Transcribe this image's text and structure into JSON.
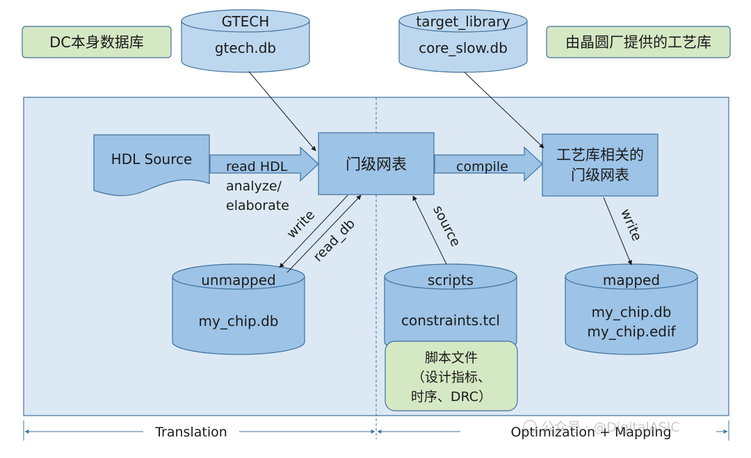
{
  "notes": {
    "dc_library": "DC本身数据库",
    "vendor_library": "由晶圆厂提供的工艺库"
  },
  "databases": {
    "gtech": {
      "title": "GTECH",
      "file": "gtech.db"
    },
    "target": {
      "title": "target_library",
      "file": "core_slow.db"
    },
    "unmapped": {
      "title": "unmapped",
      "file": "my_chip.db"
    },
    "scripts": {
      "title": "scripts",
      "file": "constraints.tcl"
    },
    "mapped": {
      "title": "mapped",
      "file1": "my_chip.db",
      "file2": "my_chip.edif"
    }
  },
  "blocks": {
    "hdl_source": "HDL Source",
    "gate_netlist": "门级网表",
    "lib_netlist_line1": "工艺库相关的",
    "lib_netlist_line2": "门级网表"
  },
  "arrows": {
    "read_hdl": "read HDL",
    "analyze": "analyze/",
    "elaborate": "elaborate",
    "compile": "compile",
    "write_left": "write",
    "read_db": "read_db",
    "source": "source",
    "write_right": "write"
  },
  "script_note": {
    "line1": "脚本文件",
    "line2": "（设计指标、",
    "line3": "时序、DRC）"
  },
  "phases": {
    "translation": "Translation",
    "optimization": "Optimization + Mapping"
  },
  "watermark": "公众号 · @DigitalASIC",
  "colors": {
    "box_fill": "#9dc3e6",
    "cyl_fill": "#bdd7ee",
    "panel_fill": "#dce9f5",
    "note_green": "#d5e8c4",
    "stroke": "#41719c"
  }
}
